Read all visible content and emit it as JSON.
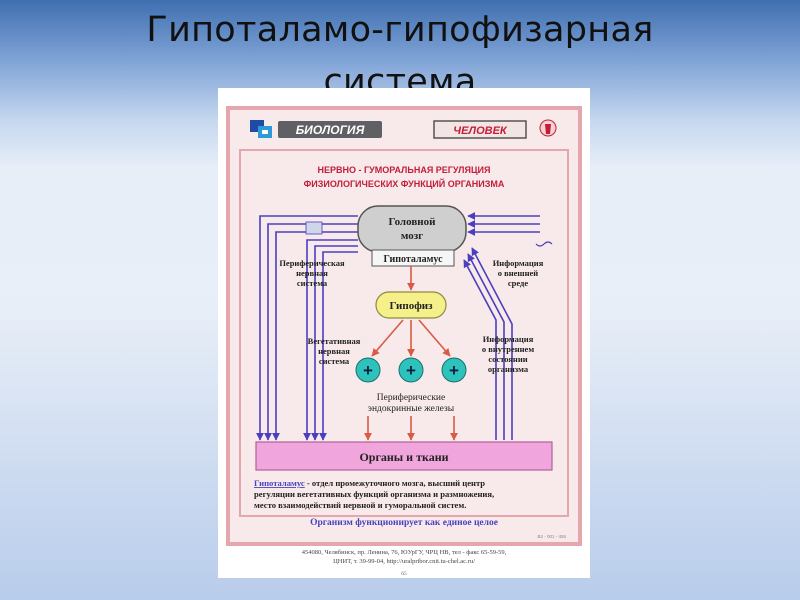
{
  "slide": {
    "title_line1": "Гипоталамо-гипофизарная",
    "title_line2": "система"
  },
  "poster": {
    "header": {
      "subject": "БИОЛОГИЯ",
      "topic": "ЧЕЛОВЕК"
    },
    "heading_line1": "НЕРВНО - ГУМОРАЛЬНАЯ  РЕГУЛЯЦИЯ",
    "heading_line2": "ФИЗИОЛОГИЧЕСКИХ  ФУНКЦИЙ  ОРГАНИЗМА",
    "nodes": {
      "brain_line1": "Головной",
      "brain_line2": "мозг",
      "hypothalamus": "Гипоталамус",
      "pituitary": "Гипофиз",
      "plus_symbol": "+",
      "organs": "Органы и ткани"
    },
    "labels": {
      "peripheral_ns": [
        "Периферическая",
        "нервная",
        "система"
      ],
      "vegetative_ns": [
        "Вегетативная",
        "нервная",
        "система"
      ],
      "external_info": [
        "Информация",
        "о внешней",
        "среде"
      ],
      "internal_info": [
        "Информация",
        "о внутреннем",
        "состоянии",
        "организма"
      ],
      "glands": [
        "Периферические",
        "эндокринные железы"
      ]
    },
    "definition": {
      "term": "Гипоталамус",
      "line1_rest": " - отдел промежуточного мозга, высший центр",
      "line2": "регуляции вегетативных функций организма и размножения,",
      "line3": "место взаимодействий нервной и гуморальной систем."
    },
    "conclusion": "Организм функционирует как единое целое",
    "code": "B2 - 001 - 455",
    "footer_line1": "454080, Челябинск, пр. Ленина, 76, ЮУрГУ, ЧРЦ НВ, тел - факс 65-59-59,",
    "footer_line2": "ЦНИТ, т. 39-99-04, http://uralpribor.cnit.tu-chel.ac.ru/",
    "page_number": "65"
  },
  "colors": {
    "arrow_purple": "#4a3fbf",
    "arrow_red": "#d95a45",
    "frame_pink": "#e6a6ad",
    "poster_bg": "#f8eaea",
    "brain_fill": "#cfcfcf",
    "pituitary_fill": "#f5f08a",
    "plus_fill": "#2ec2bd",
    "organs_fill": "#f0a5dc",
    "heading_red": "#c21e3a"
  }
}
